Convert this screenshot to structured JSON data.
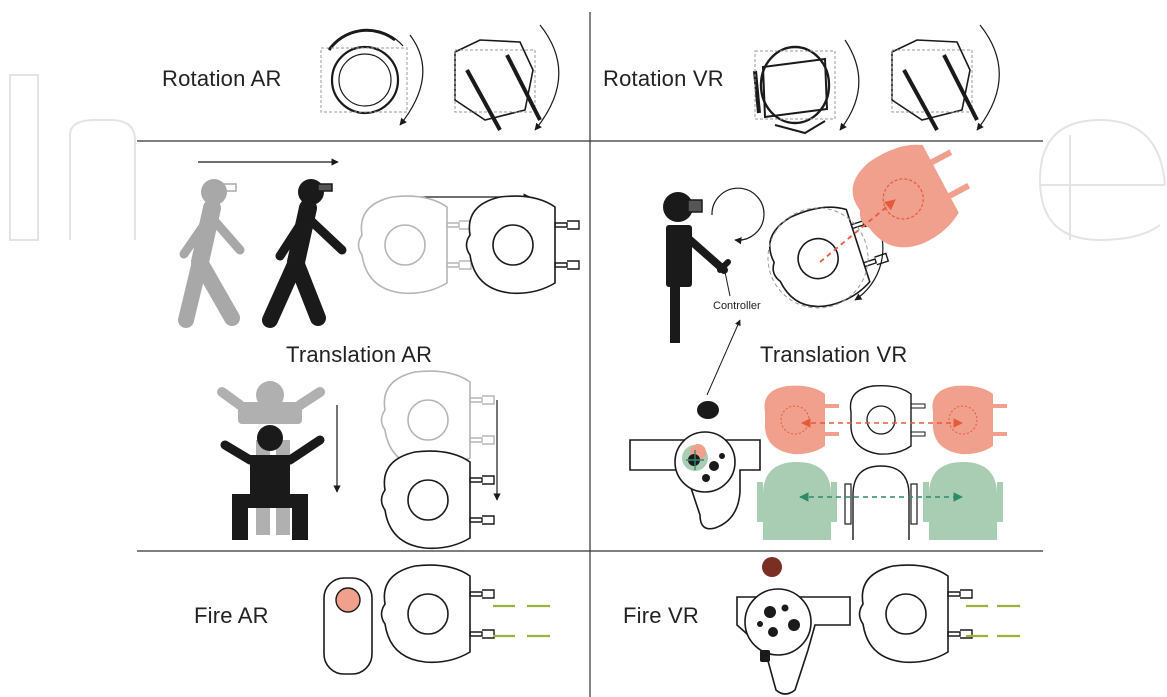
{
  "labels": {
    "rotation_ar": "Rotation AR",
    "rotation_vr": "Rotation VR",
    "translation_ar": "Translation AR",
    "translation_vr": "Translation VR",
    "fire_ar": "Fire AR",
    "fire_vr": "Fire VR",
    "controller": "Controller"
  },
  "watermark": {
    "text": "IntechOpen"
  },
  "colors": {
    "ink": "#1a1a1a",
    "ghost": "#999999",
    "ghost_light": "#b5b5b5",
    "salmon": "#f0a08c",
    "salmon_dark": "#e35b3c",
    "teal": "#a9cdb3",
    "teal_dark": "#2f8a6c",
    "laser": "#9ab43a",
    "trigger": "#7a2f22",
    "divider": "#333333"
  },
  "icons": [
    "ar-headset-rotation-icon",
    "vr-headset-rotation-icon",
    "walking-person-icon",
    "crouching-person-icon",
    "standing-user-icon",
    "controller-icon",
    "clicker-icon",
    "spaceship-icon"
  ]
}
